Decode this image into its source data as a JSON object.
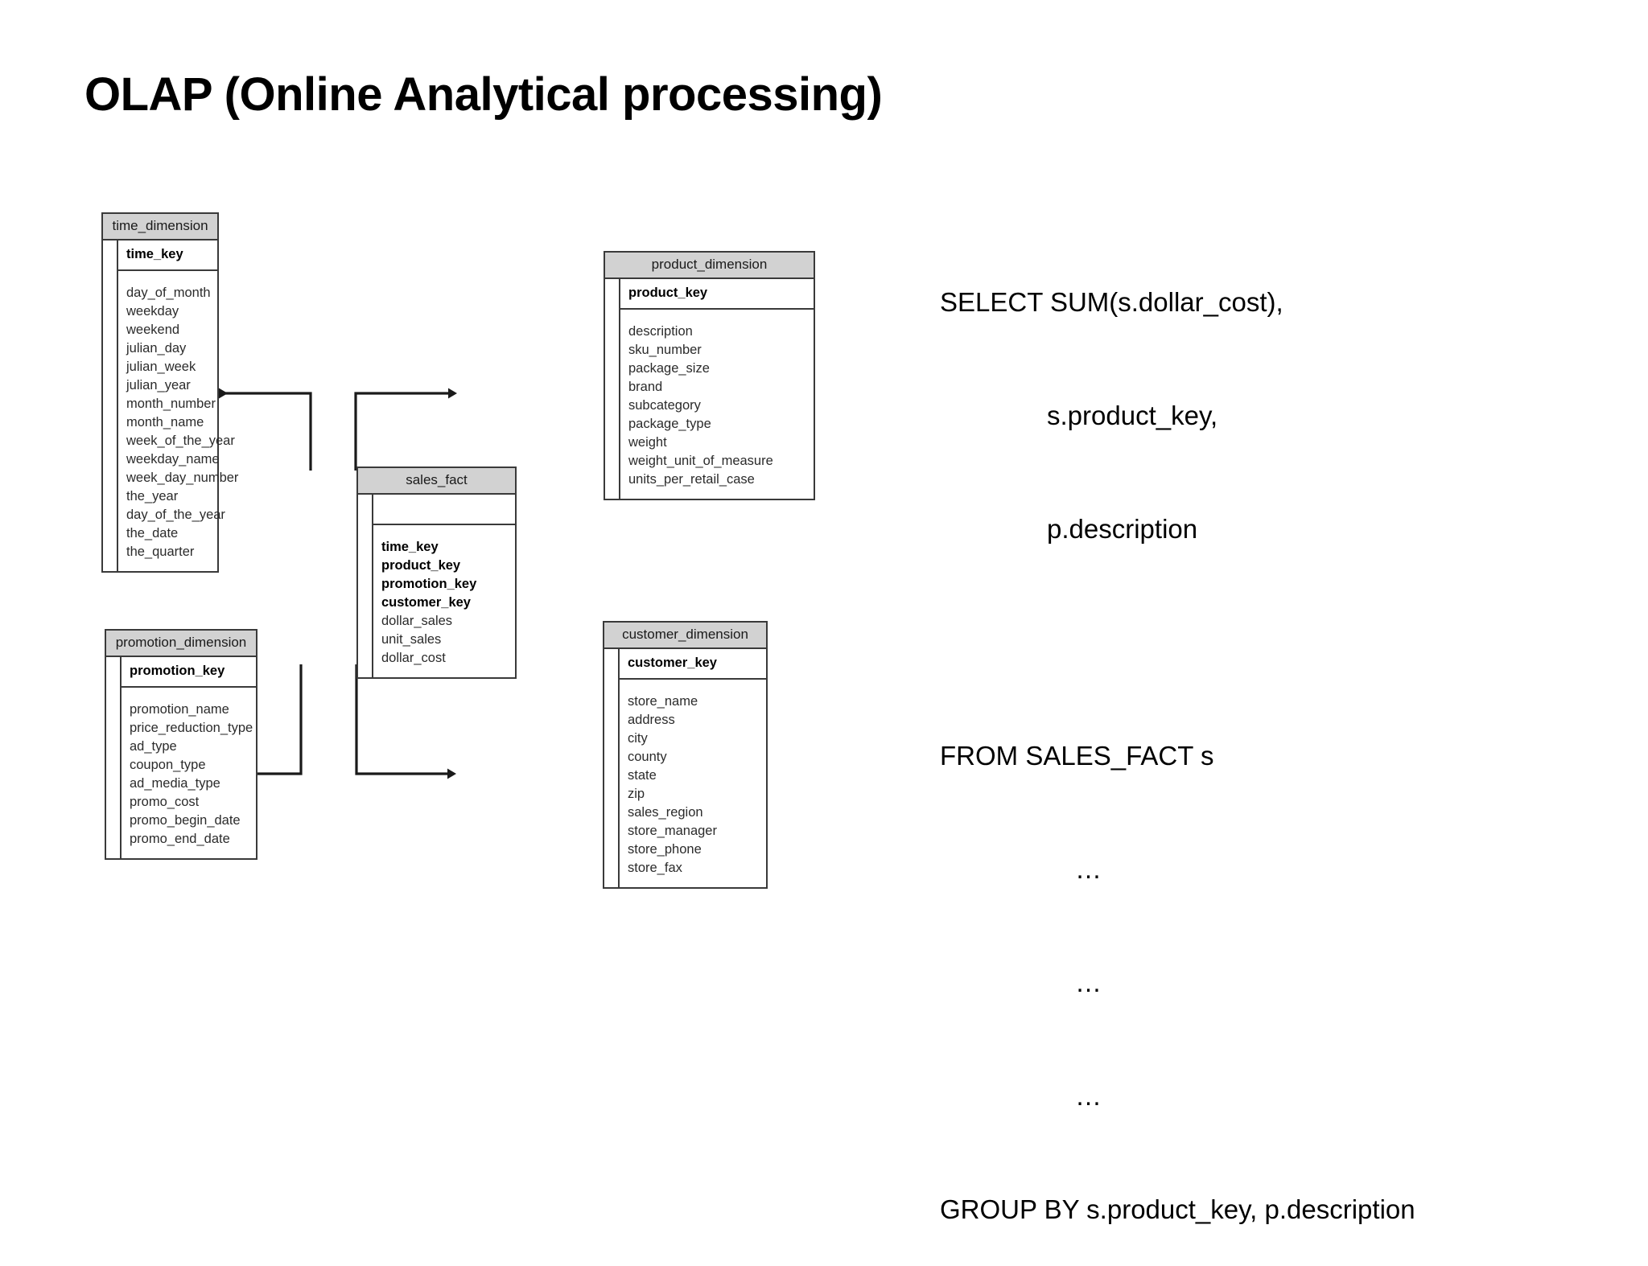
{
  "slide": {
    "title": "OLAP (Online Analytical processing)",
    "background_color": "#ffffff",
    "header_fill_color": "#d2d2d2",
    "border_color": "#3a3a3a"
  },
  "diagram": {
    "type": "star-schema-er-diagram",
    "entities": {
      "time_dimension": {
        "title": "time_dimension",
        "primary_key": "time_key",
        "attributes": [
          "day_of_month",
          "weekday",
          "weekend",
          "julian_day",
          "julian_week",
          "julian_year",
          "month_number",
          "month_name",
          "week_of_the_year",
          "weekday_name",
          "week_day_number",
          "the_year",
          "day_of_the_year",
          "the_date",
          "the_quarter"
        ]
      },
      "product_dimension": {
        "title": "product_dimension",
        "primary_key": "product_key",
        "attributes": [
          "description",
          "sku_number",
          "package_size",
          "brand",
          "subcategory",
          "package_type",
          "weight",
          "weight_unit_of_measure",
          "units_per_retail_case"
        ]
      },
      "sales_fact": {
        "title": "sales_fact",
        "primary_key": "",
        "attributes": [
          "time_key",
          "product_key",
          "promotion_key",
          "customer_key",
          "dollar_sales",
          "unit_sales",
          "dollar_cost"
        ],
        "bold_attributes": [
          "time_key",
          "product_key",
          "promotion_key",
          "customer_key"
        ]
      },
      "promotion_dimension": {
        "title": "promotion_dimension",
        "primary_key": "promotion_key",
        "attributes": [
          "promotion_name",
          "price_reduction_type",
          "ad_type",
          "coupon_type",
          "ad_media_type",
          "promo_cost",
          "promo_begin_date",
          "promo_end_date"
        ]
      },
      "customer_dimension": {
        "title": "customer_dimension",
        "primary_key": "customer_key",
        "attributes": [
          "store_name",
          "address",
          "city",
          "county",
          "state",
          "zip",
          "sales_region",
          "store_manager",
          "store_phone",
          "store_fax"
        ]
      }
    },
    "relationships": [
      {
        "from": "sales_fact",
        "to": "time_dimension",
        "arrow": "left"
      },
      {
        "from": "sales_fact",
        "to": "product_dimension",
        "arrow": "right"
      },
      {
        "from": "sales_fact",
        "to": "promotion_dimension",
        "arrow": "left"
      },
      {
        "from": "sales_fact",
        "to": "customer_dimension",
        "arrow": "right"
      }
    ]
  },
  "sql": {
    "lines": [
      {
        "text": "SELECT SUM(s.dollar_cost),",
        "indent": 0
      },
      {
        "text": "s.product_key,",
        "indent": 1
      },
      {
        "text": "p.description",
        "indent": 1
      },
      {
        "text": "",
        "indent": 0
      },
      {
        "text": "FROM SALES_FACT s",
        "indent": 0
      },
      {
        "text": "…",
        "indent": 2
      },
      {
        "text": "…",
        "indent": 2
      },
      {
        "text": "…",
        "indent": 2
      },
      {
        "text": "GROUP BY s.product_key, p.description",
        "indent": 0
      }
    ]
  }
}
